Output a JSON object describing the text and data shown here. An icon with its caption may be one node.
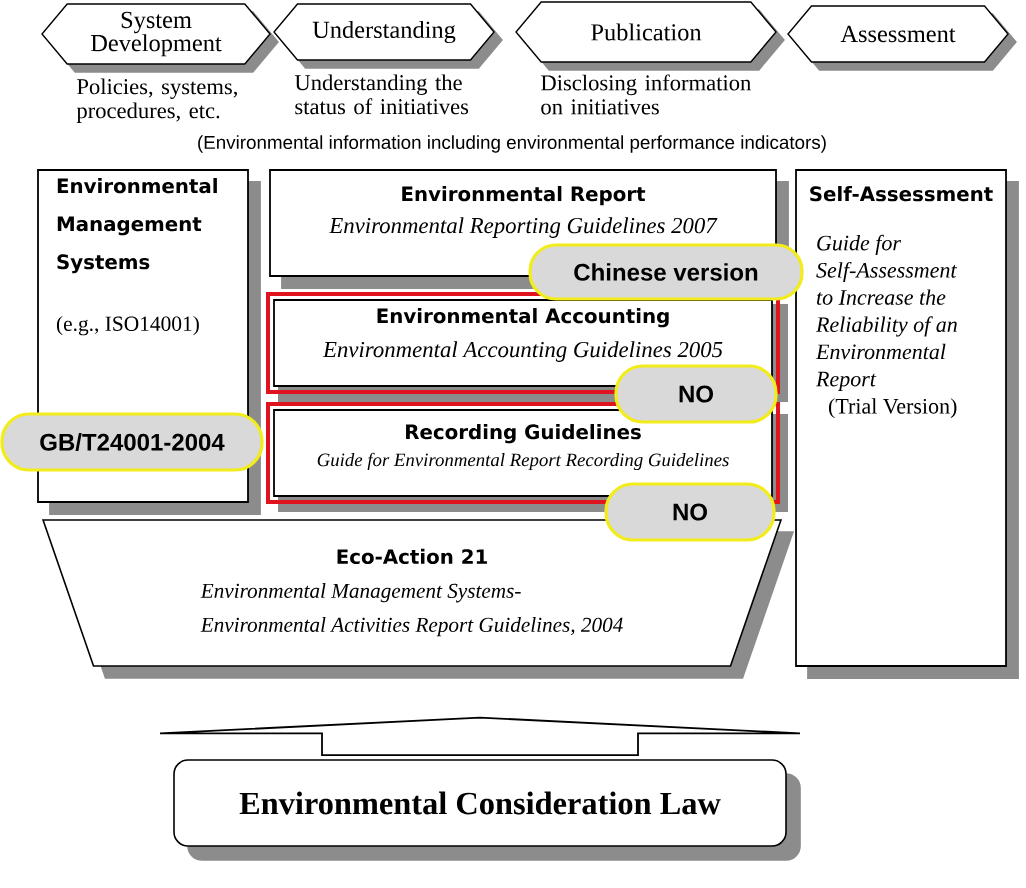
{
  "diagram": {
    "nodes": [
      {
        "text": [
          "System Development"
        ],
        "beside": [
          "Policies, systems, procedures, etc."
        ]
      },
      {
        "text": [
          "Understanding"
        ],
        "beside": [
          "Understanding the status of initiatives"
        ]
      },
      {
        "text": [
          "Publication"
        ],
        "beside": [
          "Disclosing information on initiatives"
        ]
      },
      {
        "text": [
          "Assessment"
        ]
      },
      {
        "text": [
          "Environmental Management Systems",
          "(e.g., ISO14001)"
        ]
      },
      {
        "text": [
          "Environmental Report",
          "Environmental Reporting Guidelines 2007"
        ]
      },
      {
        "text": [
          "Self-Assessment",
          "Guide for Self-Assessment to Increase the Reliability of an Environmental Report",
          "(Trial Version)"
        ]
      },
      {
        "text": [
          "Chinese version"
        ]
      },
      {
        "text": [
          "Environmental Accounting",
          "Environmental Accounting Guidelines 2005"
        ]
      },
      {
        "text": [
          "NO"
        ]
      },
      {
        "text": [
          "GB/T24001-2004"
        ]
      },
      {
        "text": [
          "Recording Guidelines",
          "Guide for Environmental Report Recording Guidelines"
        ]
      },
      {
        "text": [
          "NO"
        ]
      },
      {
        "text": [
          "Eco-Action 21",
          "Environmental Management Systems-",
          "Environmental Activities Report Guidelines, 2004"
        ]
      },
      {
        "text": [
          "Environmental Consideration Law"
        ]
      }
    ],
    "edges": [
      {
        "from": 14,
        "to": 13,
        "arrow": "to"
      }
    ],
    "labels": [
      "(Environmental information including environmental performance indicators)"
    ]
  }
}
